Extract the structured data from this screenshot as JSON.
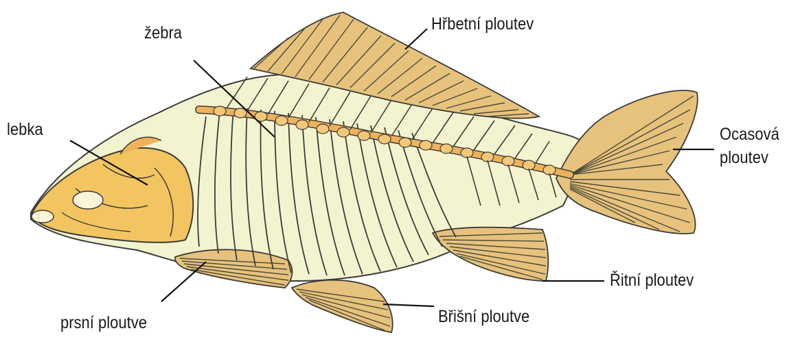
{
  "diagram": {
    "subject": "fish-skeleton",
    "labels": {
      "skull": "lebka",
      "ribs": "žebra",
      "dorsal_fin": "Hřbetní ploutev",
      "tail_fin_line1": "Ocasová",
      "tail_fin_line2": "ploutev",
      "anal_fin": "Řitní ploutev",
      "pelvic_fin": "Břišní ploutve",
      "pectoral_fin": "prsní ploutve"
    },
    "colors": {
      "body_fill": "#f4f3cf",
      "bone_fill": "#eeb35a",
      "bone_light": "#f5c878",
      "skull_fill": "#f3c560",
      "fin_fill": "#e7c27c",
      "outline": "#3b3b3b"
    }
  }
}
